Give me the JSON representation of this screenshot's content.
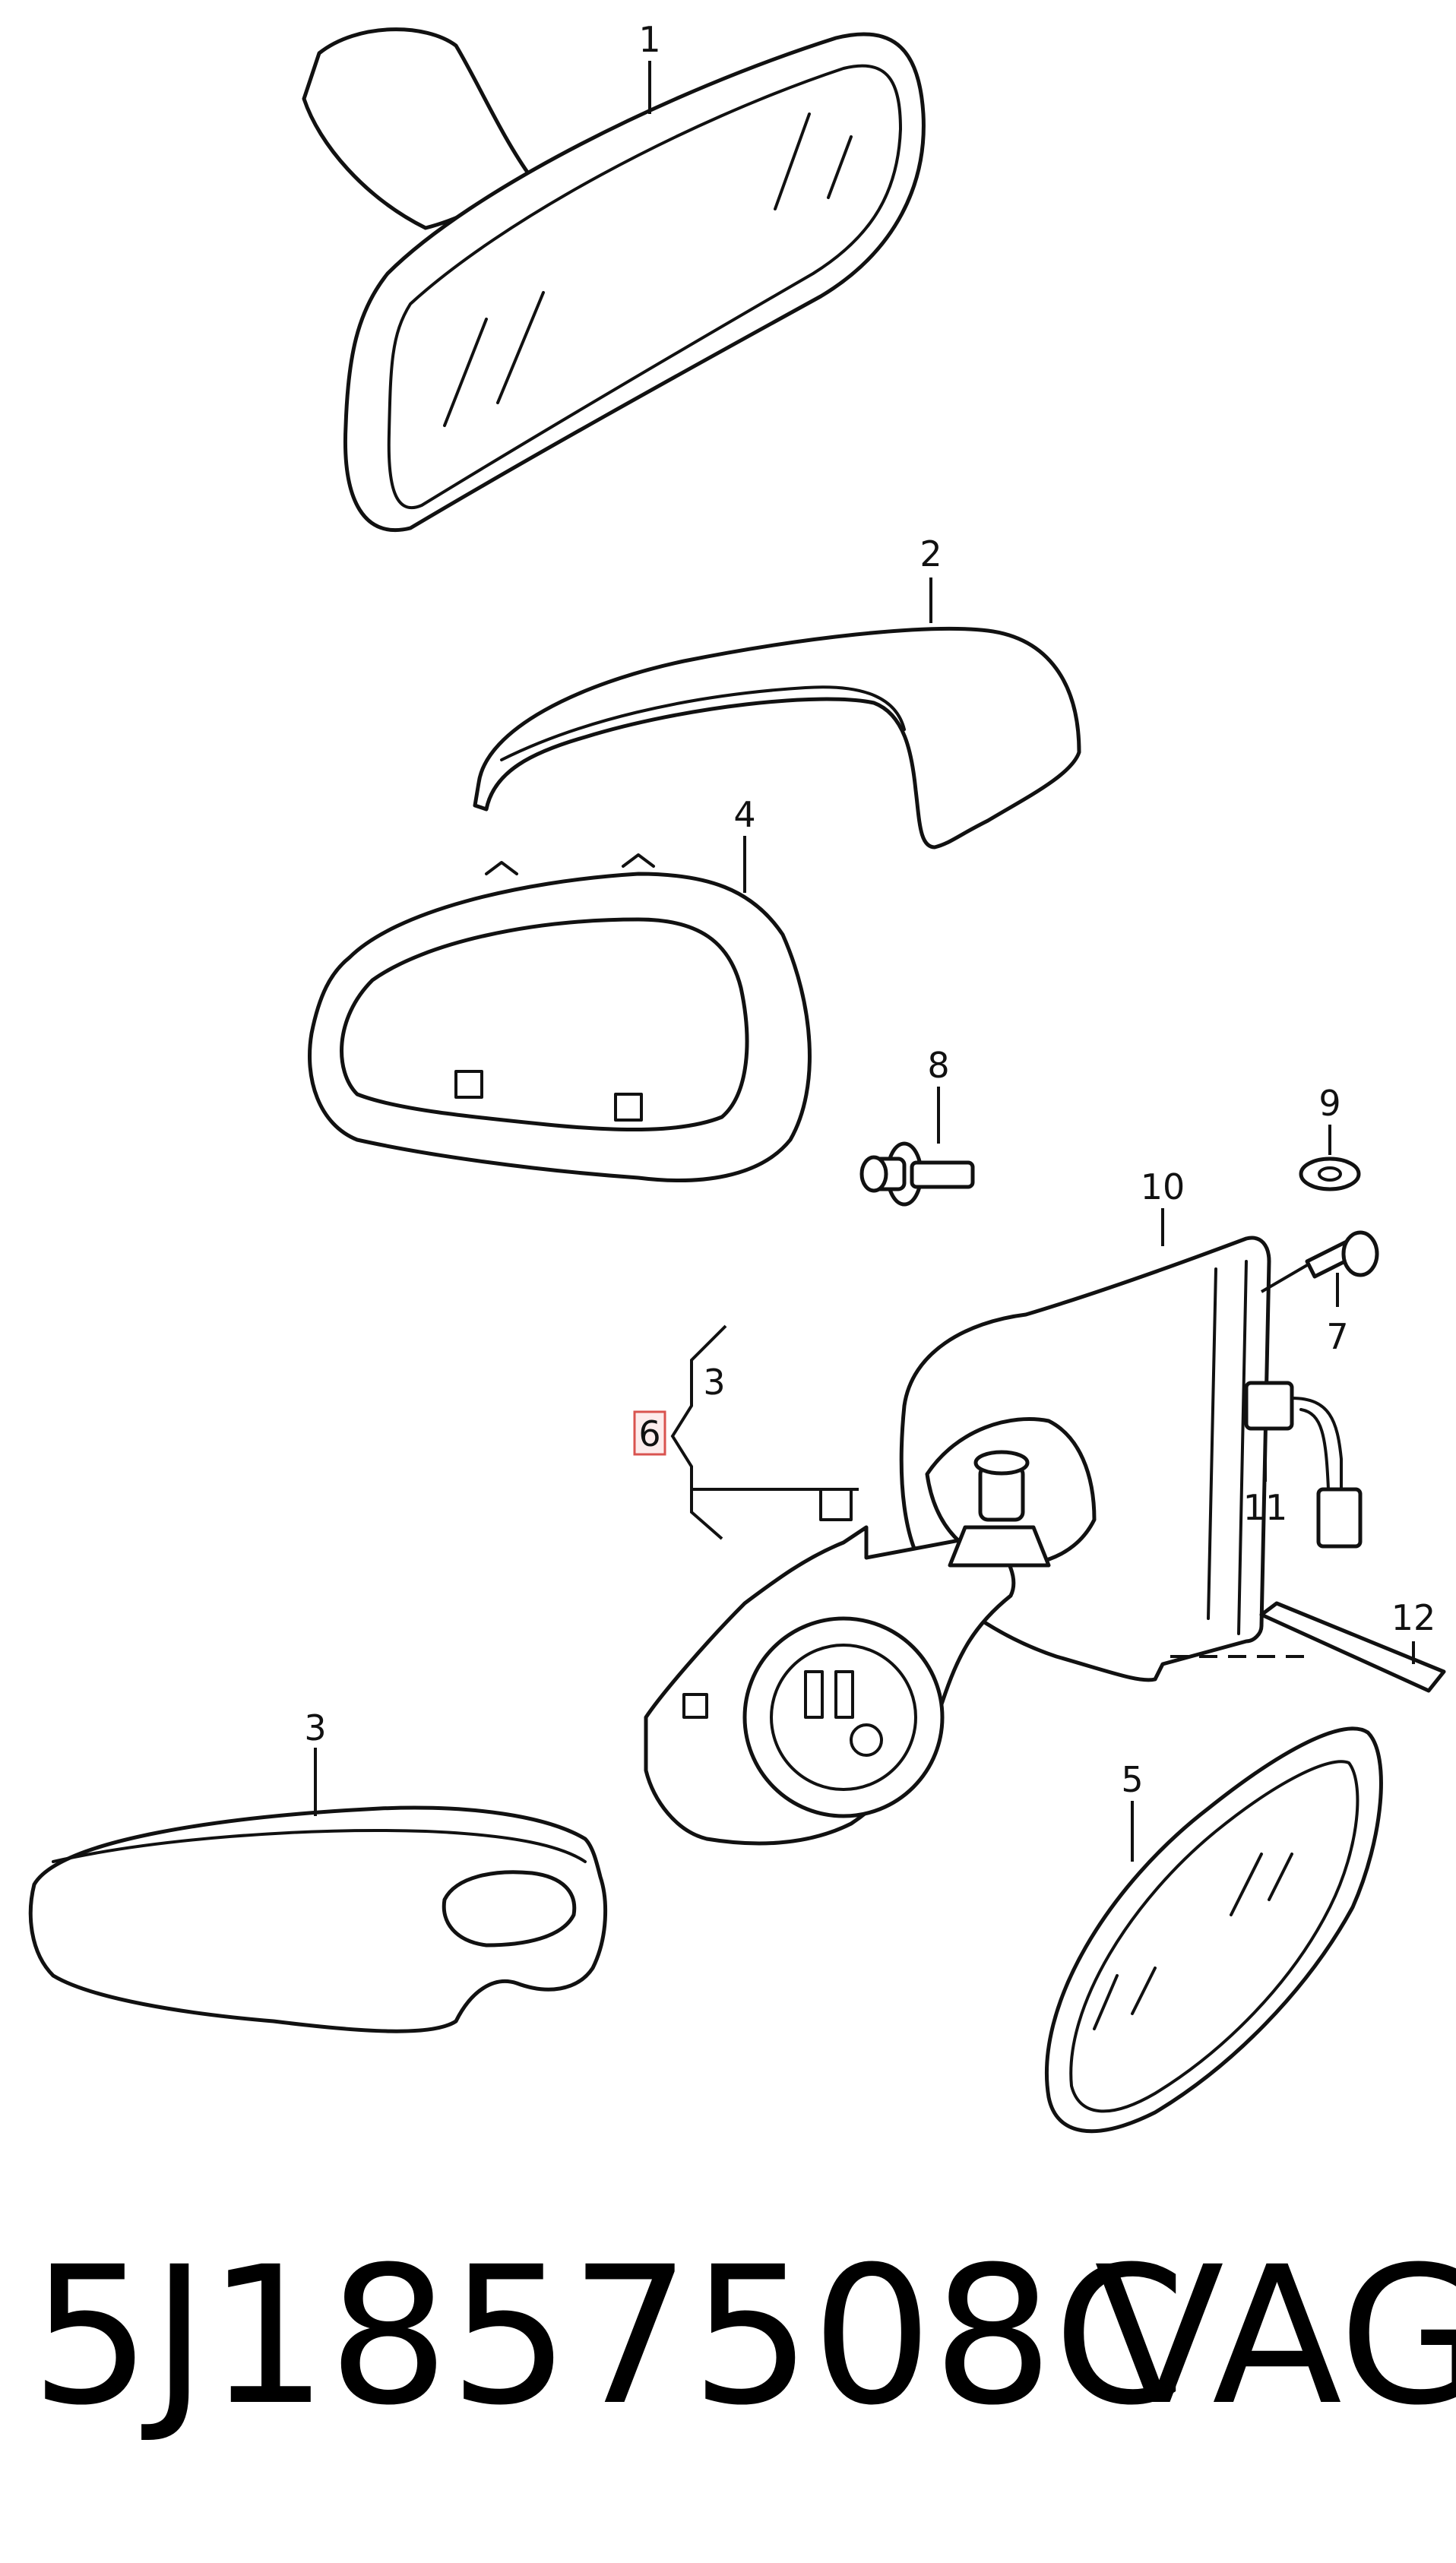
{
  "parts": {
    "p1": "1",
    "p2": "2",
    "p3a": "3",
    "p3b": "3",
    "p4": "4",
    "p5": "5",
    "p6": "6",
    "p7": "7",
    "p8": "8",
    "p9": "9",
    "p10": "10",
    "p11": "11",
    "p12": "12"
  },
  "caption": {
    "part_number": "5J1857508C",
    "brand": "VAG"
  },
  "colors": {
    "highlight_box": "#d9534f",
    "line": "#111111"
  }
}
